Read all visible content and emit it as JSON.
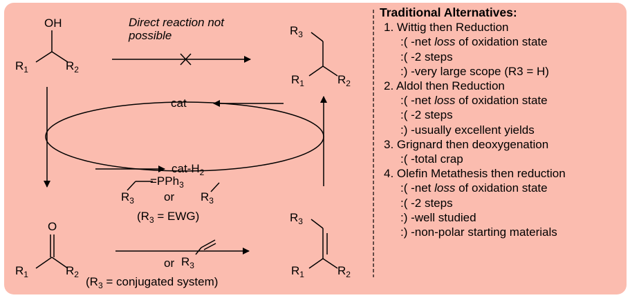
{
  "colors": {
    "panel_fill": "#fbbcaf",
    "line": "#000000"
  },
  "diagram": {
    "direct_note_line1": "Direct reaction not",
    "direct_note_line2": "possible",
    "cat_label": "cat",
    "cat_h2_label": "cat-H",
    "cat_h2_sub": "2",
    "reagents": {
      "ylide_pph3": "=PPh",
      "pph3_sub": "3",
      "or_word": "or",
      "r3_prefix": "R",
      "r3_sub": "3",
      "ewg_paren_prefix": "(R",
      "ewg_paren_rest": " = EWG)",
      "conj_paren_prefix": "(R",
      "conj_paren_rest": " = conjugated system)"
    },
    "molecules": {
      "alcohol": {
        "oh": "OH",
        "r1": "R",
        "r1_sub": "1",
        "r2": "R",
        "r2_sub": "2"
      },
      "product": {
        "r3": "R",
        "r3_sub": "3",
        "r1": "R",
        "r1_sub": "1",
        "r2": "R",
        "r2_sub": "2"
      },
      "ketone": {
        "o": "O",
        "r1": "R",
        "r1_sub": "1",
        "r2": "R",
        "r2_sub": "2"
      },
      "alkene": {
        "r3": "R",
        "r3_sub": "3",
        "r1": "R",
        "r1_sub": "1",
        "r2": "R",
        "r2_sub": "2"
      }
    }
  },
  "alternatives": {
    "title": "Traditional Alternatives:",
    "sections": [
      {
        "heading": "1. Wittig then Reduction",
        "items": [
          {
            "prefix": ":( -net ",
            "em": "loss",
            "suffix": " of oxidation state"
          },
          {
            "prefix": ":( -2 steps",
            "em": "",
            "suffix": ""
          },
          {
            "prefix": ":) -very large scope (R3 = H)",
            "em": "",
            "suffix": ""
          }
        ]
      },
      {
        "heading": "2. Aldol then Reduction",
        "items": [
          {
            "prefix": ":( -net ",
            "em": "loss",
            "suffix": " of oxidation state"
          },
          {
            "prefix": ":( -2 steps",
            "em": "",
            "suffix": ""
          },
          {
            "prefix": ":) -usually excellent yields",
            "em": "",
            "suffix": ""
          }
        ]
      },
      {
        "heading": "3. Grignard then deoxygenation",
        "items": [
          {
            "prefix": ":( -total crap",
            "em": "",
            "suffix": ""
          }
        ]
      },
      {
        "heading": "4. Olefin Metathesis then reduction",
        "items": [
          {
            "prefix": ":( -net ",
            "em": "loss",
            "suffix": " of oxidation state"
          },
          {
            "prefix": ":( -2 steps",
            "em": "",
            "suffix": ""
          },
          {
            "prefix": ":) -well studied",
            "em": "",
            "suffix": ""
          },
          {
            "prefix": ":) -non-polar starting materials",
            "em": "",
            "suffix": ""
          }
        ]
      }
    ]
  }
}
